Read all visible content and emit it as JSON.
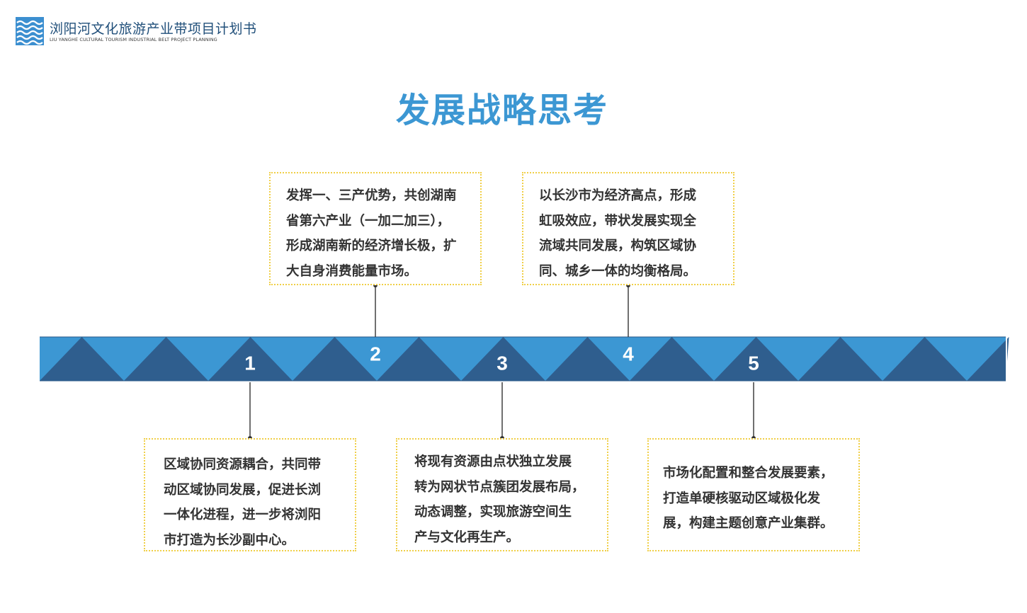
{
  "header": {
    "title": "浏阳河文化旅游产业带项目计划书",
    "subtitle": "LIU YANGHE CULTURAL TOURISM INDUSTRIAL BELT PROJECT PLANNING",
    "logo_icon": "wave-icon"
  },
  "title": "发展战略思考",
  "colors": {
    "band_light": "#3c97d3",
    "band_dark": "#2f5e8e",
    "box_border": "#f0cf48",
    "title": "#3c97d3"
  },
  "steps": [
    {
      "number": "1",
      "position": "below",
      "text": "区域协同资源耦合，共同带\n动区域协同发展，促进长浏\n一体化进程，进一步将浏阳\n市打造为长沙副中心。"
    },
    {
      "number": "2",
      "position": "above",
      "text": "发挥一、三产优势，共创湖南\n省第六产业（一加二加三），\n形成湖南新的经济增长极，扩\n大自身消费能量市场。"
    },
    {
      "number": "3",
      "position": "below",
      "text": "将现有资源由点状独立发展\n转为网状节点簇团发展布局，\n动态调整，实现旅游空间生\n产与文化再生产。"
    },
    {
      "number": "4",
      "position": "above",
      "text": "以长沙市为经济高点，形成\n虹吸效应，带状发展实现全\n流域共同发展，构筑区域协\n同、城乡一体的均衡格局。"
    },
    {
      "number": "5",
      "position": "below",
      "text": "市场化配置和整合发展要素，\n打造单硬核驱动区域极化发\n展，构建主题创意产业集群。"
    }
  ]
}
